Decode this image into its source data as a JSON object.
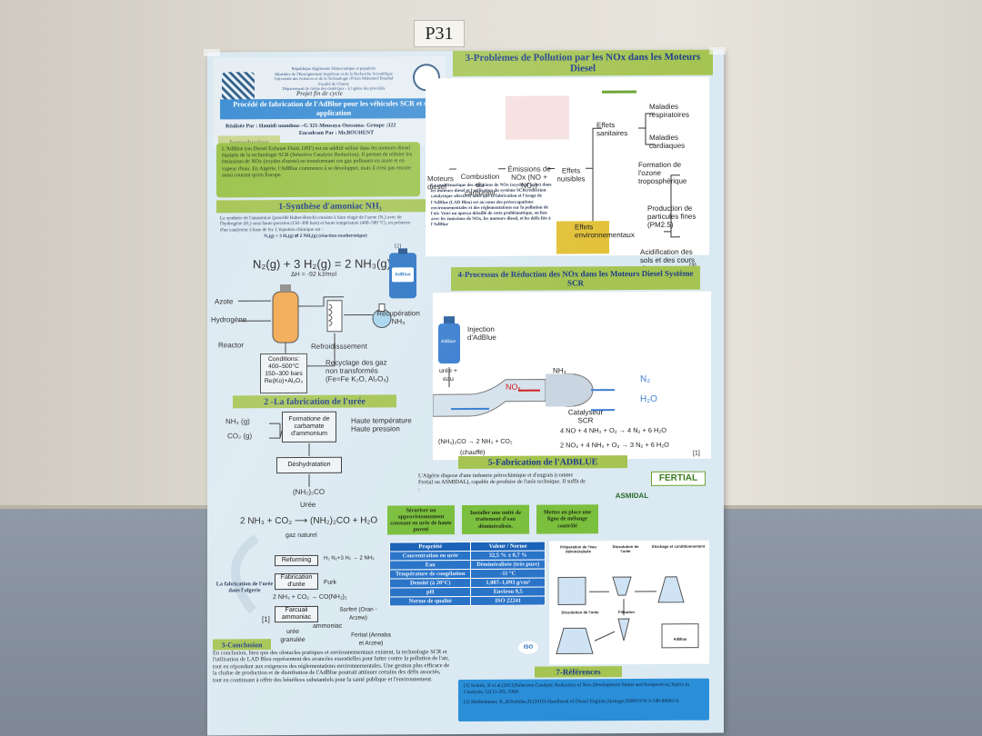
{
  "room_label": "P31",
  "poster": {
    "header_lines": [
      "République Algérienne Démocratique et populaire",
      "Ministère de l'Enseignement Supérieur et de la Recherche Scientifique",
      "Université des Sciences et de la Technologie d'Oran Mohamed Boudiaf",
      "Faculté de Chimie",
      "Département de Génie des matériaux - L3 génie des procédés"
    ],
    "project_type": "Projet fin de cycle",
    "title": "Procédé de fabrication de l'AdBlue pour les véhicules SCR et son application",
    "authors": "Réalisée Par : Hamidi soundous –G 321-Mousaya Oussama- Groupe :322",
    "supervisor": "Encadrant Par : Mr.BOUHENT",
    "intro": {
      "tag": "Introduction",
      "text": "L'AdBlue (ou Diesel Exhaust Fluid, DEF) est un additif utilisé dans les moteurs diesel équipés de la technologie SCR (Selective Catalytic Reduction). Il permet de réduire les émissions de NOx (oxydes d'azote) en transformant ces gaz polluants en azote et en vapeur d'eau. En Algérie, l'AdBlue commence à se développer, mais il n'est pas encore aussi courant qu'en Europe."
    },
    "section1": {
      "title": "1-Synthèse d'amoniac NH₃",
      "text": "La synthèse de l'ammoniac (procédé Haber-Bosch) consiste à faire réagir de l'azote (N₂) avec de l'hydrogène (H₂) sous haute pression (150–300 bars) et haute température (400–500 °C), en présence d'un catalyseur à base de fer. L'équation chimique est :",
      "text_eq": "N₂(g) + 3 H₂(g) ⇄ 2 NH₃(g)  (réaction exothermique)",
      "ref": "[2]",
      "equation": "N₂(g) + 3 H₂(g) = 2 NH₃(g)",
      "dh": "ΔH = -92 kJ/mol",
      "jug_label": "AdBlue",
      "labels": {
        "azote": "Azote",
        "hydrogene": "Hydrogène",
        "reactor": "Reactor",
        "refroid": "Refroidisssement",
        "recup": "Récupération NH₃",
        "recyclage": "Recyclage des gaz non transformés (Fe=Fe K₂O, Al₂O₃)",
        "conditions": "Conditions: 400–500°C 150–300 bars Re(Ko)+Al₂O₃"
      }
    },
    "section2": {
      "title": "2 -La fabrication de l'urée",
      "nh3": "NH₃ (g)",
      "co2": "CO₂ (g)",
      "formation": "Formatione de carbamate d'ammonium",
      "conditions": "Haute température Haute pression",
      "deshydratation": "Déshydratation",
      "product": "(NH₂)₂CO",
      "product_name": "Urée",
      "global_eq": "2 NH₃ + CO₂ ⟶ (NH₂)₂CO + H₂O",
      "caption": "La fabrication de l'urée dans l'algerie",
      "ref": "[1]",
      "gaz": "gaz naturel",
      "reforming": "Reforming",
      "reforming_eq": "H₂  N₂+3 H₂ → 2 NH₃",
      "fabrication": "Fabrication d'urée",
      "furk": "Furk",
      "urea_eq": "2 NH₃ + CO₂ → CO(NH₂)₂",
      "farcuaii": "Farcuaii ammoniac",
      "uree_granulee": "urée granulée",
      "ammoniac": "ammoniac",
      "sorfert": "Sorfert (Oran - Arzew)",
      "fertial": "Fertial (Annaba et Arzew)"
    },
    "section3": {
      "title": "3-Conclusion",
      "text": "En conclusion, bien que des obstacles pratiques et environnementaux existent, la technologie SCR et l'utilisation de LAD Bleu représentent des avancées essentielles pour lutter contre la pollution de l'air, tout en répondant aux exigences des réglementations environnementales. Une gestion plus efficace de la chaîne de production et de distribution de l'AdBlue pourrait atténuer certains des défis associés, tout en continuant à offrir des bénéfices substantiels pour la santé publique et l'environnement."
    },
    "right_sec3": {
      "title": "3-Problèmes de Pollution par les NOx dans les Moteurs Diesel",
      "moteurs": "Moteurs diesel",
      "combustion": "Combustion du carburant",
      "emissions": "Émissions de NOx (NO + NO₂)",
      "nuisibles": "Effets nuisibles",
      "sanitaires": "Effets sanitaires",
      "env": "Effets environnementaux",
      "mal_resp": "Maladies respiratoires",
      "mal_card": "Maladies cardiaques",
      "ozone": "Formation de l'ozone troposphérique",
      "pm": "Production de particules fines (PM2.5)",
      "acid": "Acidification des sols et des cours d'eau",
      "ref": "[3]",
      "paragraph": "La problématique des émissions de NOx (oxydes d'azote) dans les moteurs diesel et l'utilisation du système SCR(réduction catalytique sélective) ainsi que la fabrication et l'usage de l'AdBlue (LAD Bleu) est au cœur des préoccupations environnementales et des réglementations sur la pollution de l'air. Voici un aperçu détaillé de cette problématique, en lien avec les émissions de NOx, les moteurs diesel, et les défis liés à l'AdBlue"
    },
    "right_sec4": {
      "title": "4-Processus de Réduction des NOx dans les Moteurs Diesel Système SCR",
      "bottle": "AdBlue",
      "injection": "Injection d'AdBlue",
      "uree_eau": "urée + eau",
      "nox": "NOₓ",
      "nh3": "NH₃",
      "catalyseur": "Catalyseur SCR",
      "n2": "N₂",
      "h2o": "H₂O",
      "hydrolysis": "(NH₂)₂CO → 2 NH₃ + CO₂",
      "chauffe": "(chauffé)",
      "r1": "4 NO + 4 NH₃ + O₂ → 4 N₂ + 6 H₂O",
      "r2": "2 NO₂ + 4 NH₃ + O₂ → 3 N₂ + 6 H₂O",
      "ref": "[1]"
    },
    "right_sec5": {
      "title": "5-Fabrication de l'ADBLUE",
      "text": "L'Algérie dispose d'une industrie pétrochimique et d'engrais (comme Fertial ou ASMIDAL), capable de produire de l'urée technique. Il suffit de :",
      "fertial_logo": "FERTIAL",
      "asmidal_logo": "ASMIDAL",
      "steps": [
        "Sécuriser un approvisionnement constant en urée de haute pureté",
        "Installer une unité de traitement d'eau déminéralisée.",
        "Mettre en place une ligne de mélange contrôlé"
      ],
      "table_headers": [
        "Propriété",
        "Valeur / Norme"
      ],
      "table_rows": [
        [
          "Concentration en urée",
          "32,5 % ± 0,7 %"
        ],
        [
          "Eau",
          "Déminéralisée (très pure)"
        ],
        [
          "Température de congélation",
          "-11 °C"
        ],
        [
          "Densité (à 20°C)",
          "1,087–1,093 g/cm³"
        ],
        [
          "pH",
          "Environ 9,5"
        ],
        [
          "Norme de qualité",
          "ISO 22241"
        ]
      ],
      "iso_logo": "ISO",
      "process_labels": [
        "Préparation de l'eau déminéralisée",
        "Dissolution de l'urée",
        "Stockage et conditionnement",
        "Dissolution de l'urée",
        "Filtration",
        "AdBlue"
      ]
    },
    "references": {
      "title": "7-Références",
      "items": [
        "[1] Scholz, R et al.(2011)Selective Catalytic Reduction of Nox-Development Status and Perspectives,Topics in Catalysis, 52(13-20), 1960.",
        "[2] Mollenhauer, K.,&Tschöke,H.(2010) Handbook of Diesel Engines,Springer.ISBN:978-3-540-89082-6."
      ]
    }
  }
}
